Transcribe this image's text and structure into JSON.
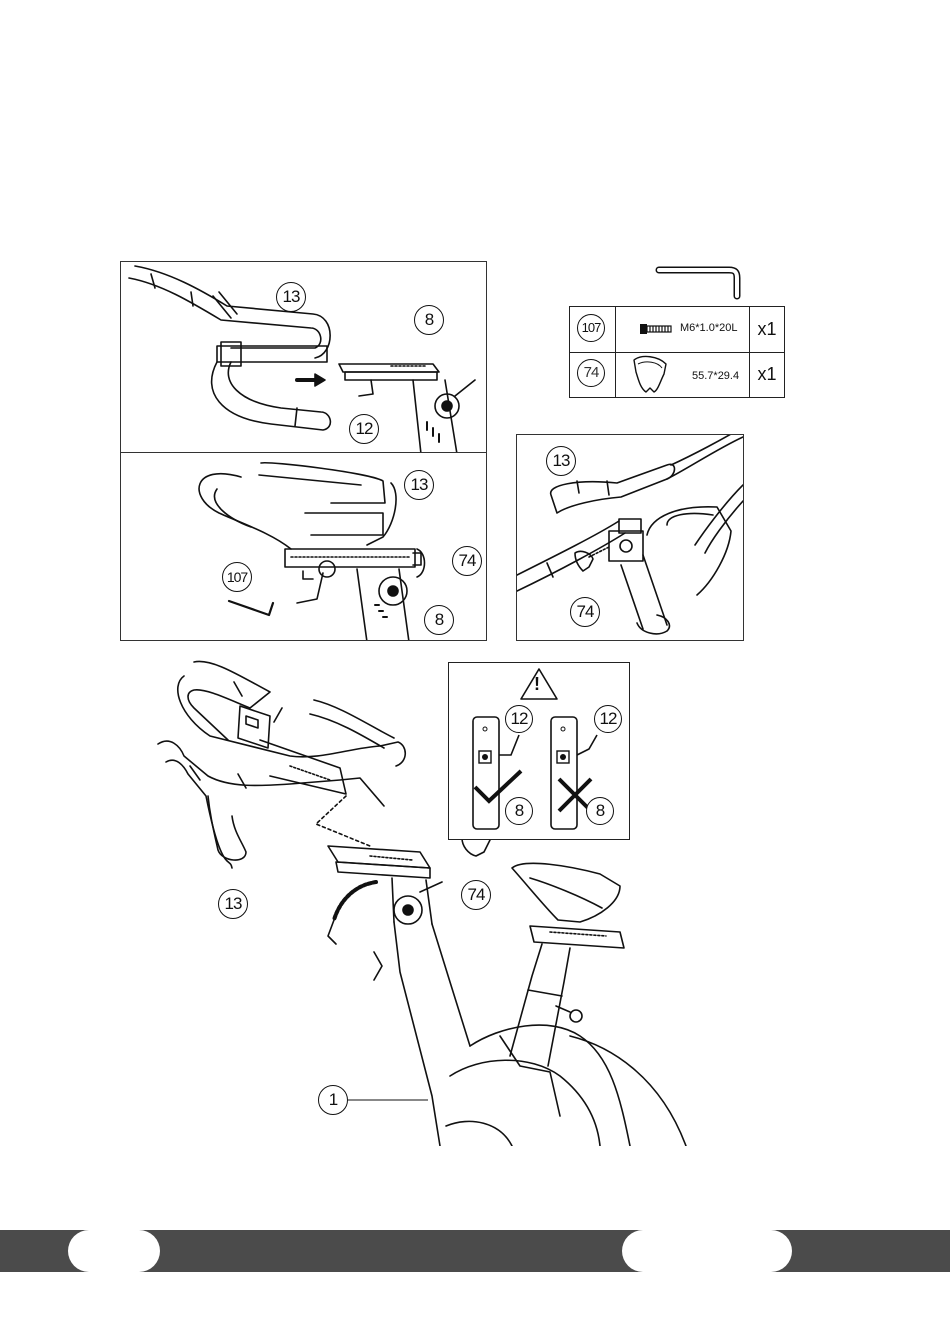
{
  "callouts": {
    "c13": "13",
    "c8": "8",
    "c12": "12",
    "c74": "74",
    "c107": "107",
    "c1": "1"
  },
  "parts": [
    {
      "number": "107",
      "spec": "M6*1.0*20L",
      "qty": "x1"
    },
    {
      "number": "74",
      "spec": "55.7*29.4",
      "qty": "x1"
    }
  ],
  "warning": {
    "symbol": "!"
  },
  "colors": {
    "footer_bar": "#4b4b4b",
    "line": "#111111",
    "panel_border": "#333333"
  }
}
